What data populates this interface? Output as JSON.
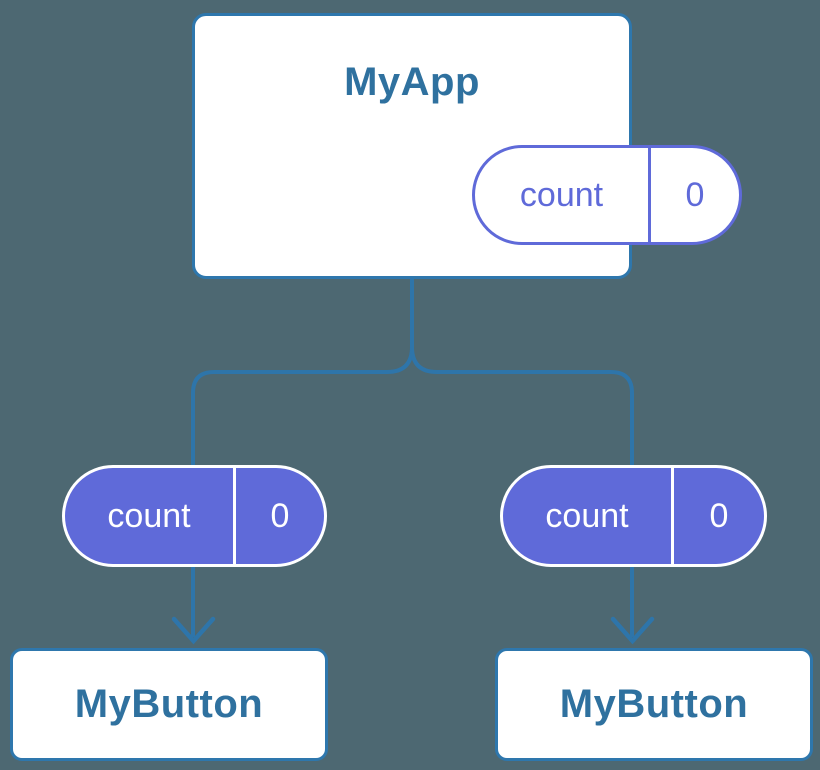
{
  "colors": {
    "background": "#4d6872",
    "connector": "#2e75aa",
    "node_border": "#2e77ad",
    "node_fill": "#ffffff",
    "node_text": "#2f719f",
    "purple": "#5f6ad9",
    "pill_text_light": "#ffffff"
  },
  "diagram": {
    "root_node": {
      "label": "MyApp",
      "state_pill": {
        "key": "count",
        "value": "0"
      }
    },
    "child_nodes": [
      {
        "label": "MyButton",
        "state_pill": {
          "key": "count",
          "value": "0"
        }
      },
      {
        "label": "MyButton",
        "state_pill": {
          "key": "count",
          "value": "0"
        }
      }
    ]
  }
}
